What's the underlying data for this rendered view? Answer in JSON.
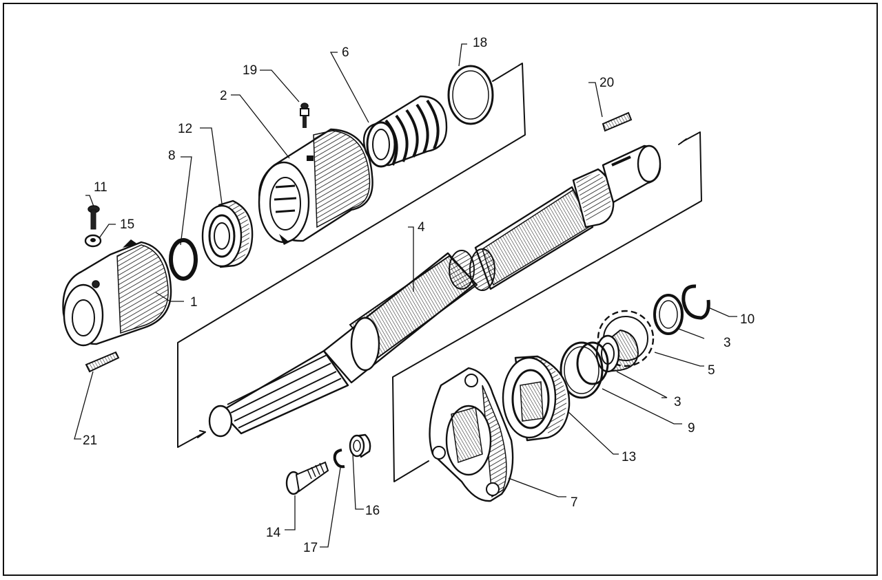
{
  "colors": {
    "line": "#111111",
    "background": "#ffffff"
  },
  "callouts": {
    "c1": "1",
    "c2": "2",
    "c3a": "3",
    "c3b": "3",
    "c4": "4",
    "c5": "5",
    "c6": "6",
    "c7": "7",
    "c8": "8",
    "c9": "9",
    "c10": "10",
    "c11": "11",
    "c12": "12",
    "c13": "13",
    "c14": "14",
    "c15": "15",
    "c16": "16",
    "c17": "17",
    "c18": "18",
    "c19": "19",
    "c20": "20",
    "c21": "21"
  }
}
